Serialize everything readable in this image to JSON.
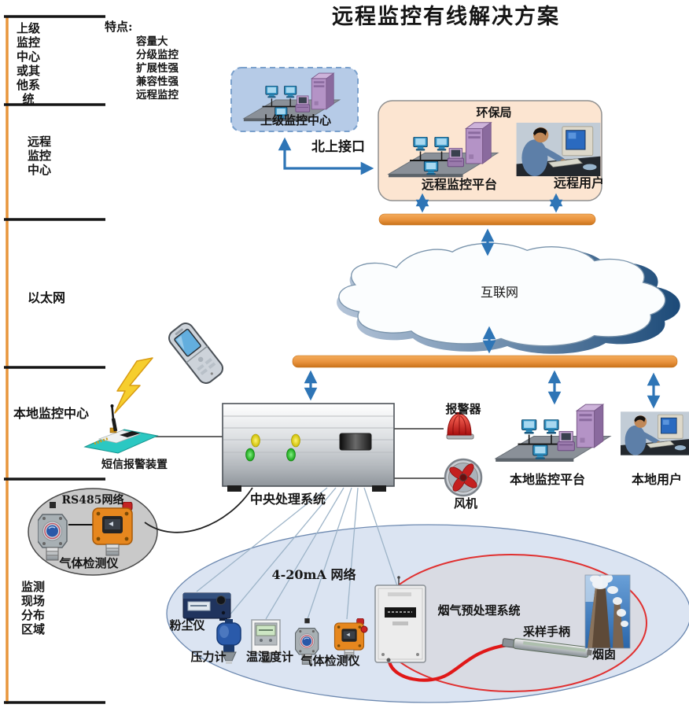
{
  "title": "远程监控有线解决方案",
  "features": {
    "heading": "特点:",
    "items": [
      "容量大",
      "分级监控",
      "扩展性强",
      "兼容性强",
      "远程监控"
    ]
  },
  "axis": {
    "sections": [
      {
        "label": "上级监控中心或其他系统"
      },
      {
        "label": "远程监控中心"
      },
      {
        "label": "以太网"
      },
      {
        "label": "本地监控中心"
      },
      {
        "label": "监测现场分布区域"
      }
    ]
  },
  "nodes": {
    "upper_center": "上级监控中心",
    "north_interface": "北上接口",
    "epa": "环保局",
    "remote_platform": "远程监控平台",
    "remote_user": "远程用户",
    "internet": "互联网",
    "alarm": "报警器",
    "fan": "风机",
    "local_platform": "本地监控平台",
    "local_user": "本地用户",
    "cpu": "中央处理系统",
    "sms_device": "短信报警装置",
    "rs485_network": "RS485网络",
    "gas_detector_rs485": "气体检测仪",
    "network_420": "4-20mA  网络",
    "dust_meter": "粉尘仪",
    "pressure_meter": "压力计",
    "temp_humidity_meter": "温湿度计",
    "gas_detector_420": "气体检测仪",
    "flue_gas_system": "烟气预处理系统",
    "sampling_handle": "采样手柄",
    "chimney": "烟囱"
  },
  "colors": {
    "ethernet_bar": "#E8923C",
    "arrow_blue": "#2E75B6",
    "axis_line": "#E8953C",
    "upper_box_fill": "#B6CBE7",
    "epa_box_fill": "#FCE5D1",
    "site_ellipse_fill": "#DBE4F2",
    "flue_ellipse_stroke": "#E03030",
    "rs485_ellipse_fill": "#C9C9C9"
  }
}
